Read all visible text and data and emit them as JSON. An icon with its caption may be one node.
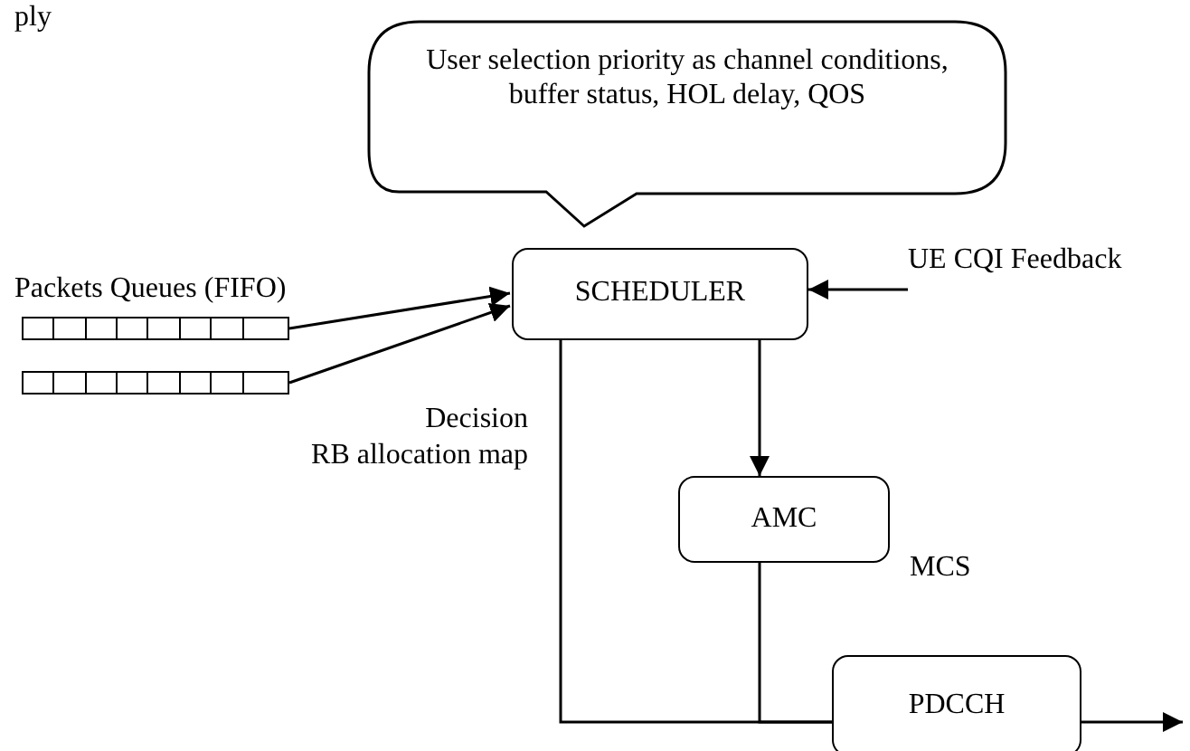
{
  "diagram": {
    "nodes": [
      {
        "text": [
          "User selection priority as channel conditions, buffer status, HOL delay, QOS"
        ]
      },
      {
        "text": [],
        "shape": "bar"
      },
      {
        "text": [],
        "shape": "bar"
      },
      {
        "text": [
          "SCHEDULER"
        ]
      },
      {
        "text": [
          "UE CQI Feedback"
        ]
      },
      {
        "text": [
          "AMC"
        ],
        "beside": [
          "MCS"
        ]
      },
      {
        "text": [
          "PDCCH"
        ]
      }
    ],
    "edges": [
      {
        "from": 1,
        "to": 3,
        "arrow": "to"
      },
      {
        "from": 2,
        "to": 3,
        "arrow": "to"
      },
      {
        "from": 4,
        "to": 3,
        "arrow": "to"
      },
      {
        "from": 3,
        "to": 5,
        "arrow": "to"
      },
      {
        "from": 3,
        "to": 6,
        "arrow": "none"
      },
      {
        "from": 5,
        "to": 6,
        "arrow": "none"
      },
      {
        "from": 6,
        "to": null,
        "arrow": "to"
      }
    ],
    "labels": [
      "ply",
      "Packets Queues (FIFO)",
      "Decision",
      "RB allocation map"
    ]
  }
}
